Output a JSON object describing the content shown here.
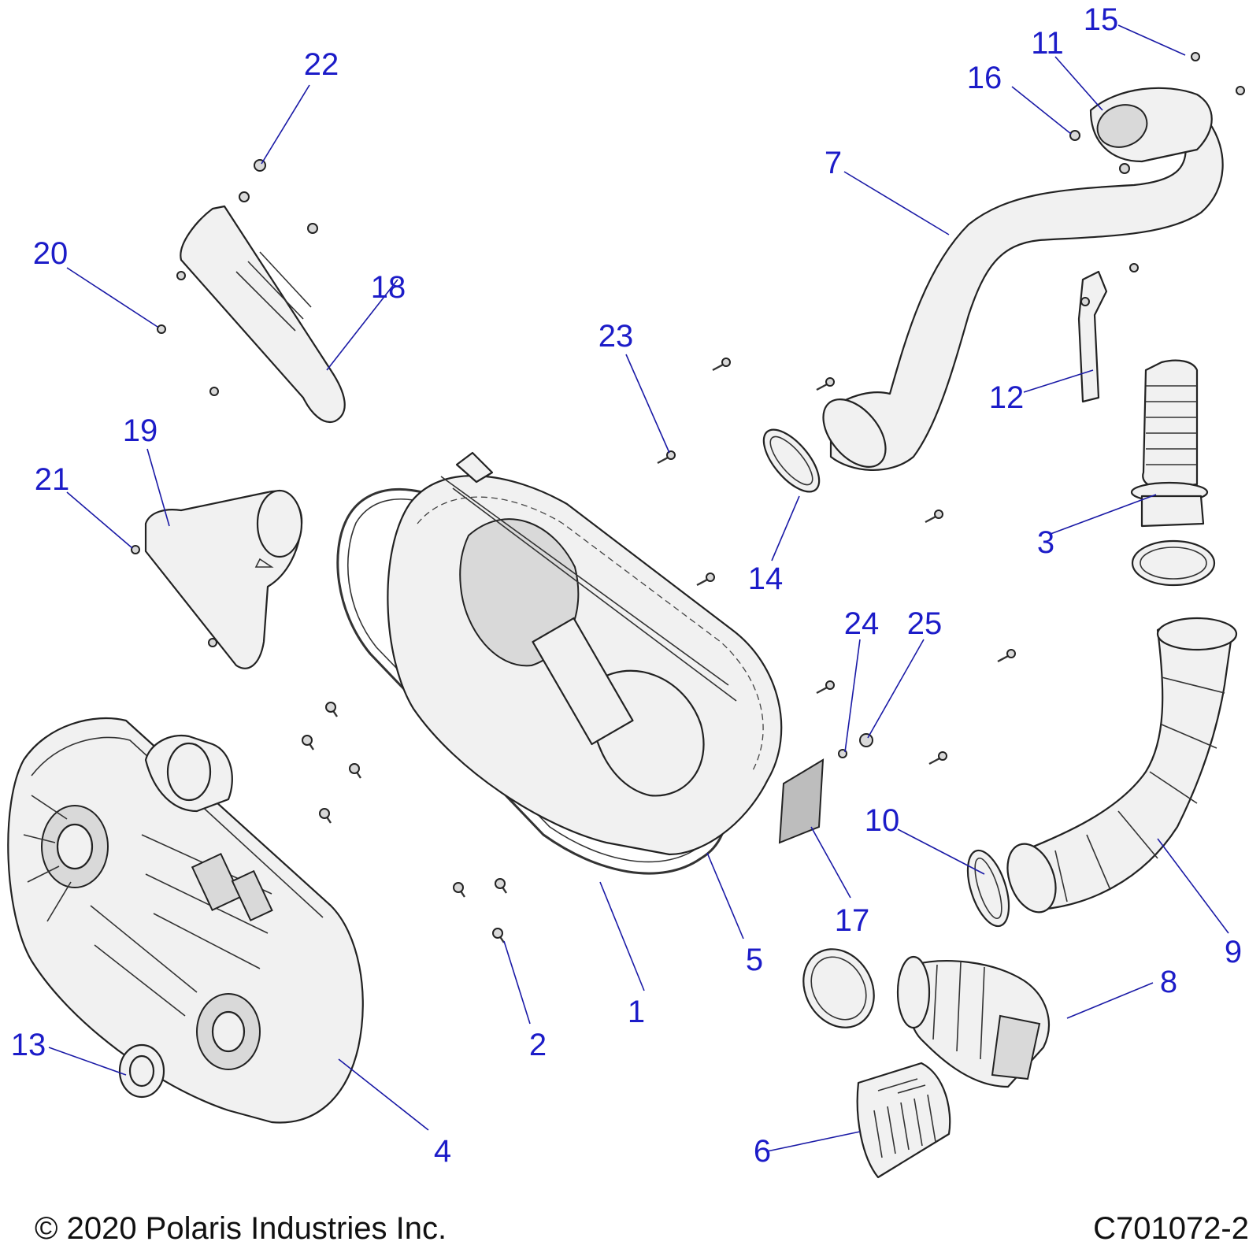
{
  "copyright": "© 2020 Polaris Industries Inc.",
  "drawing_number": "C701072-2",
  "callouts": [
    "1",
    "2",
    "3",
    "4",
    "5",
    "6",
    "7",
    "8",
    "9",
    "10",
    "11",
    "12",
    "13",
    "14",
    "15",
    "16",
    "17",
    "18",
    "19",
    "20",
    "21",
    "22",
    "23",
    "24",
    "25"
  ],
  "colors": {
    "callout": "#1c1cc8",
    "leader": "#1a1aa6",
    "part_fill": "#f1f1f1",
    "outline": "#222222"
  }
}
